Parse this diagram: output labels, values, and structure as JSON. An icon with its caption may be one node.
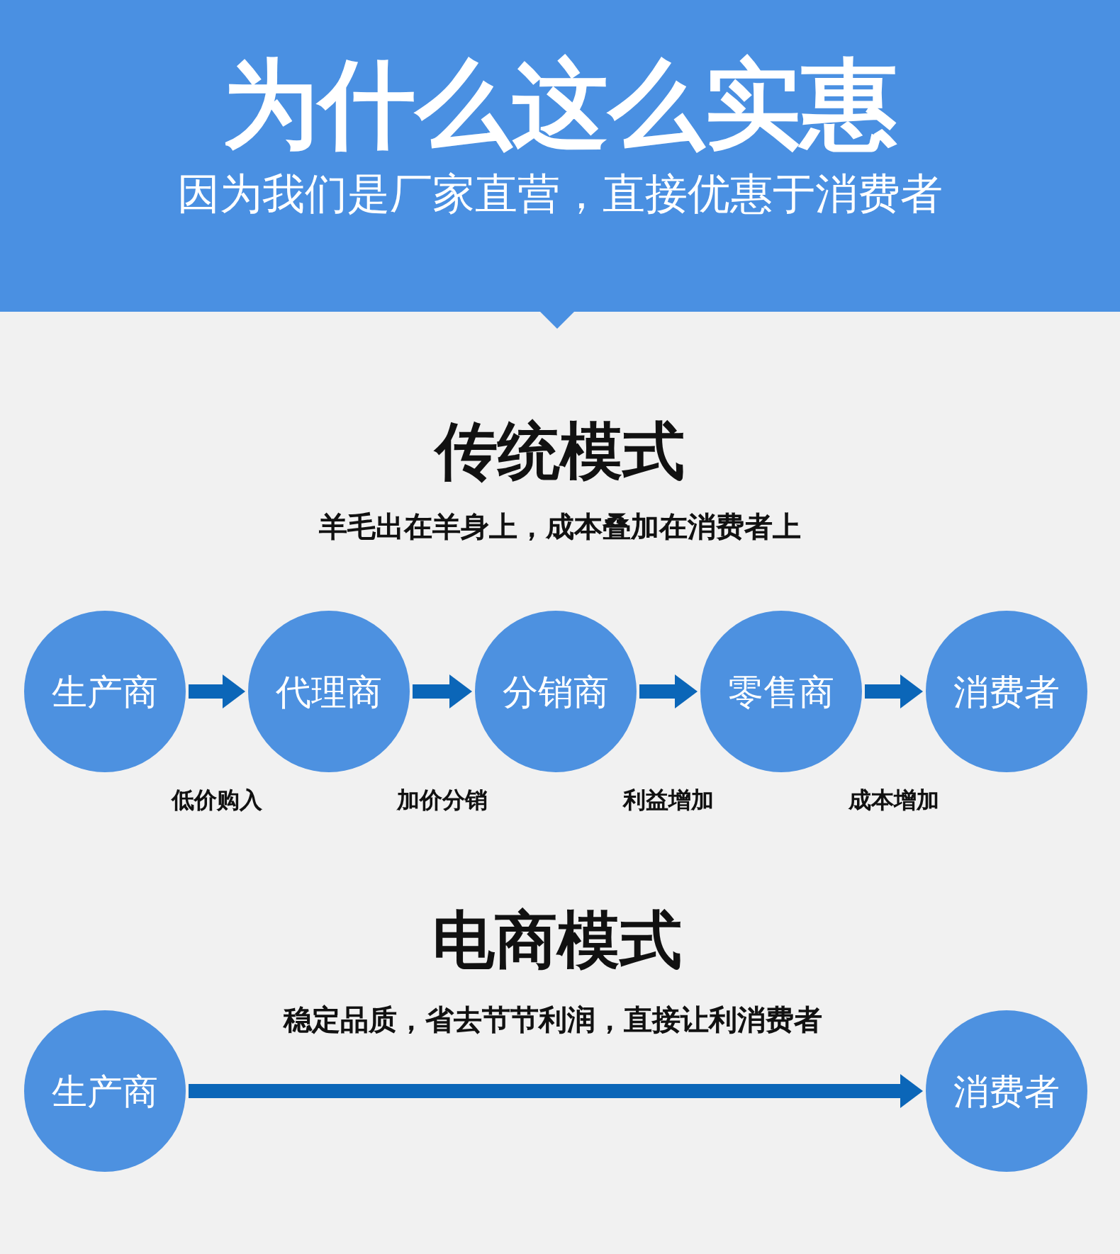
{
  "diagram": {
    "title": "为什么这么实惠",
    "nodes": [
      {
        "text": [
          "生产商"
        ]
      },
      {
        "text": [
          "代理商"
        ]
      },
      {
        "text": [
          "分销商"
        ]
      },
      {
        "text": [
          "零售商"
        ]
      },
      {
        "text": [
          "消费者"
        ]
      },
      {
        "text": [
          "生产商"
        ]
      },
      {
        "text": [
          "消费者"
        ]
      }
    ],
    "edges": [
      {
        "from": 0,
        "to": 1,
        "arrow": "to",
        "label": "低价购入"
      },
      {
        "from": 1,
        "to": 2,
        "arrow": "to",
        "label": "加价分销"
      },
      {
        "from": 2,
        "to": 3,
        "arrow": "to",
        "label": "利益增加"
      },
      {
        "from": 3,
        "to": 4,
        "arrow": "to",
        "label": "成本增加"
      },
      {
        "from": 5,
        "to": 6,
        "arrow": "to"
      }
    ],
    "labels": [
      "因为我们是厂家直营，直接优惠于消费者",
      "传统模式",
      "羊毛出在羊身上，成本叠加在消费者上",
      "电商模式",
      "稳定品质，省去节节利润，直接让利消费者"
    ]
  }
}
